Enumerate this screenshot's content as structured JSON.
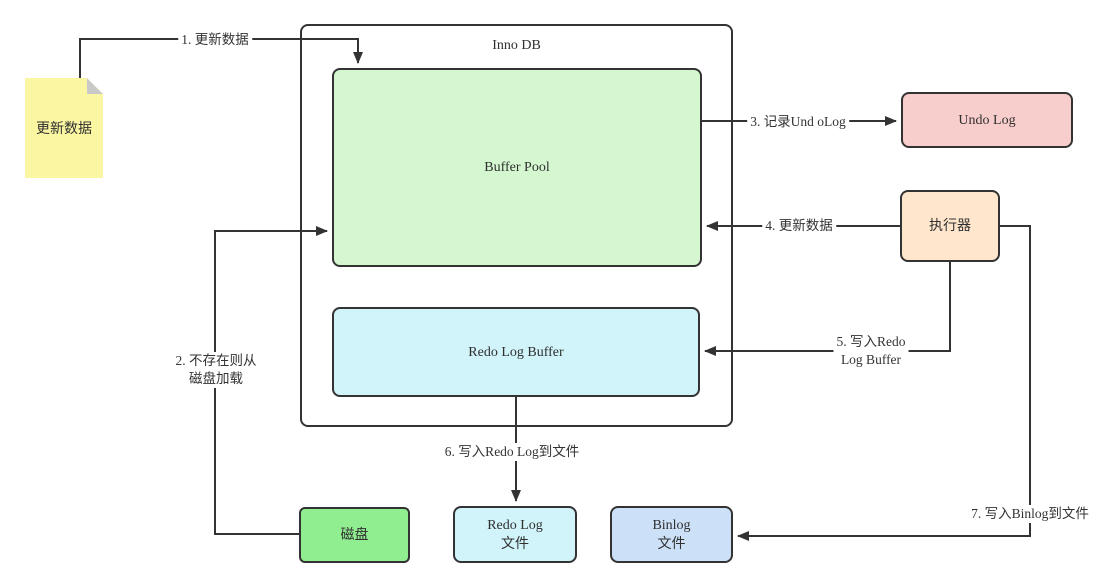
{
  "container": {
    "title": "Inno DB"
  },
  "nodes": {
    "note": {
      "label": "更新数据"
    },
    "buffer_pool": {
      "label": "Buffer Pool"
    },
    "redo_log_buffer": {
      "label": "Redo Log Buffer"
    },
    "undo_log": {
      "label": "Undo Log"
    },
    "executor": {
      "label": "执行器"
    },
    "disk": {
      "label": "磁盘"
    },
    "redo_log_file": {
      "line1": "Redo Log",
      "line2": "文件"
    },
    "binlog_file": {
      "line1": "Binlog",
      "line2": "文件"
    }
  },
  "edges": {
    "e1": {
      "label": "1. 更新数据"
    },
    "e2": {
      "line1": "2. 不存在则从",
      "line2": "磁盘加载"
    },
    "e3": {
      "label": "3. 记录Und oLog"
    },
    "e4": {
      "label": "4. 更新数据"
    },
    "e5": {
      "line1": "5. 写入Redo",
      "line2": "Log Buffer"
    },
    "e6": {
      "label": "6. 写入Redo Log到文件"
    },
    "e7": {
      "label": "7. 写入Binlog到文件"
    }
  },
  "colors": {
    "line": "#333333",
    "note_fill": "#fbf6a2",
    "note_fold": "#c9c9c9",
    "buffer_pool_fill": "#d4f7d0",
    "redo_fill": "#d0f4fa",
    "undo_fill": "#f8cecc",
    "executor_fill": "#ffe6cc",
    "disk_fill": "#90ee90",
    "binlog_fill": "#cce0f7"
  }
}
